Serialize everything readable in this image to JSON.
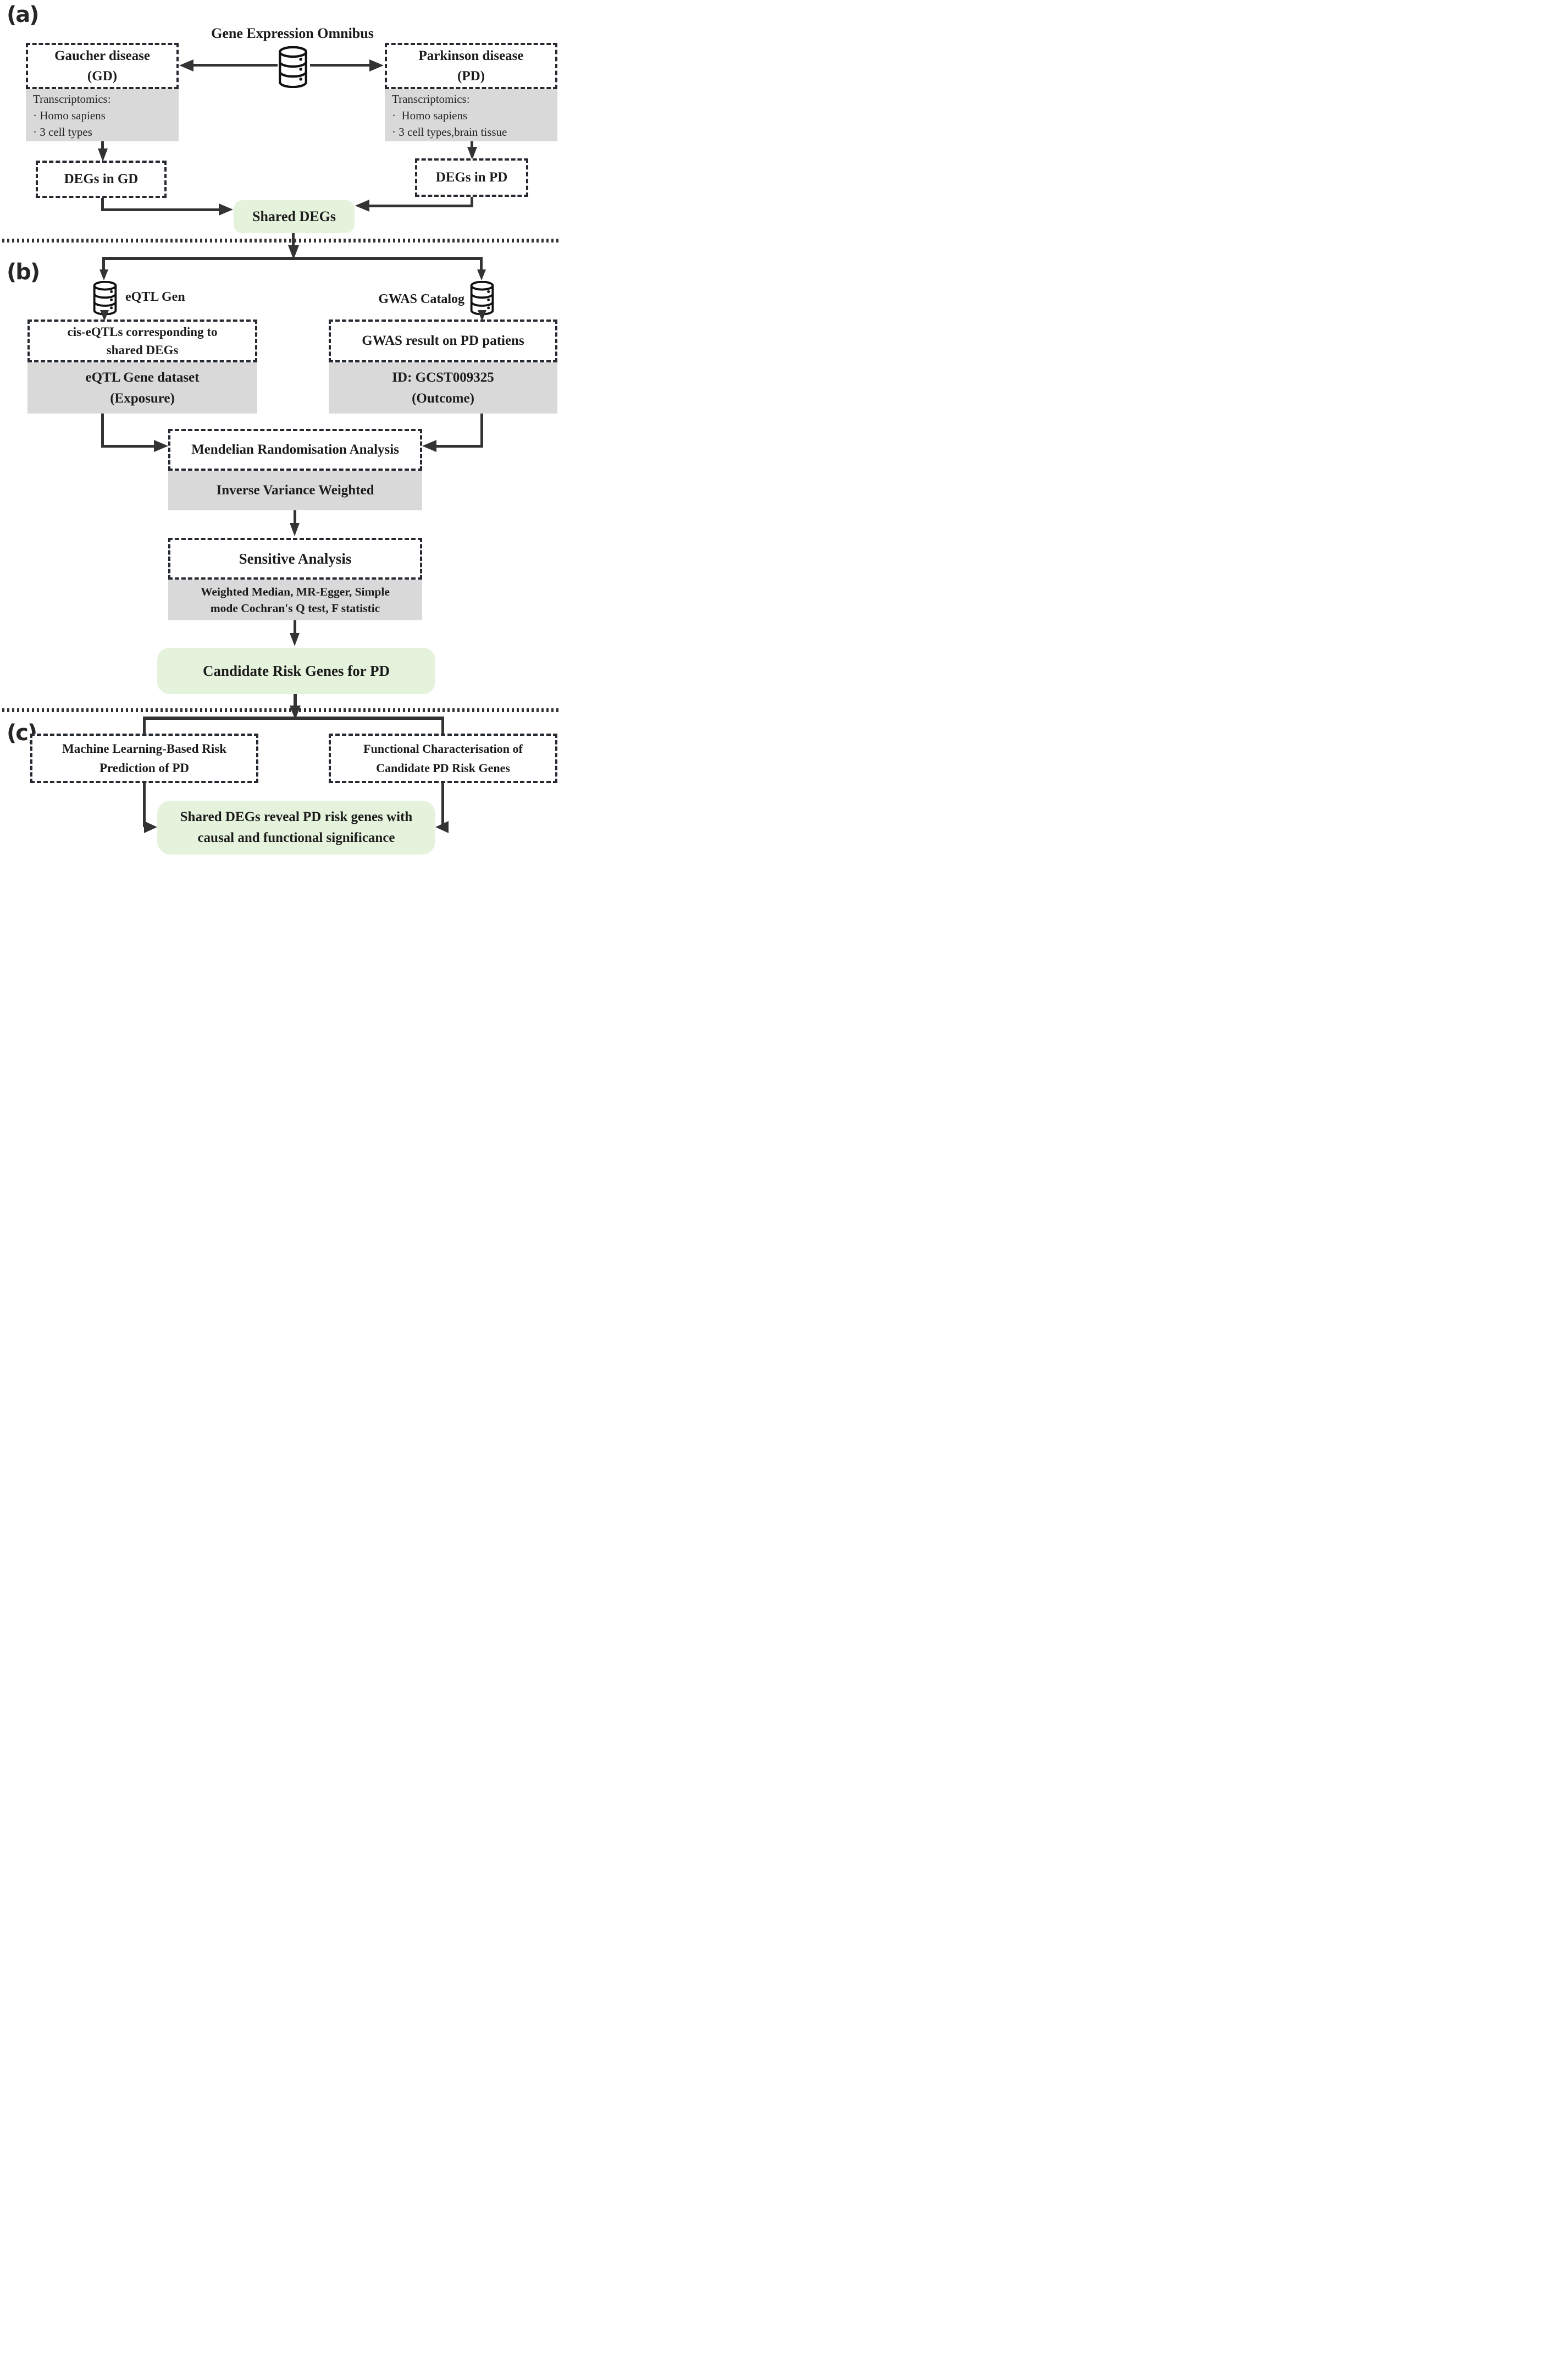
{
  "colors": {
    "green": "#e5f3dc",
    "gray": "#d9d9d9",
    "line": "#333333",
    "border": "#252a30"
  },
  "icons": [
    "database-icon"
  ],
  "labels": {
    "a": "(a)",
    "b": "(b)",
    "c": "(c)"
  },
  "section_a": {
    "geo_db_title": "Gene Expression Omnibus",
    "gaucher": {
      "title_line1": "Gaucher disease",
      "title_line2": "(GD)",
      "details": [
        "Transcriptomics:",
        "· Homo sapiens",
        "· 3 cell types"
      ]
    },
    "parkinson": {
      "title_line1": "Parkinson disease",
      "title_line2": "(PD)",
      "details": [
        "Transcriptomics:",
        "·  Homo sapiens",
        "· 3 cell types,brain tissue"
      ]
    },
    "degs_gd": "DEGs in GD",
    "degs_pd": "DEGs in PD",
    "shared_degs": "Shared DEGs"
  },
  "section_b": {
    "eqtl_db_label": "eQTL Gen",
    "gwas_db_label": "GWAS Catalog",
    "cis_eqtls": {
      "line1": "cis-eQTLs corresponding to",
      "line2": "shared DEGs"
    },
    "eqtl_dataset": {
      "line1": "eQTL Gene dataset",
      "line2": "(Exposure)"
    },
    "gwas_result": "GWAS result on PD patiens",
    "gwas_outcome": {
      "line1": "ID: GCST009325",
      "line2": "(Outcome)"
    },
    "mr_analysis": "Mendelian Randomisation Analysis",
    "ivw": "Inverse Variance Weighted",
    "sensitive": "Sensitive Analysis",
    "sensitive_methods": {
      "line1": "Weighted Median, MR-Egger, Simple",
      "line2": "mode Cochran's Q test, F statistic"
    },
    "candidate_genes": "Candidate Risk Genes for PD"
  },
  "section_c": {
    "ml_risk": {
      "line1": "Machine Learning-Based Risk",
      "line2": "Prediction of PD"
    },
    "functional": {
      "line1": "Functional Characterisation of",
      "line2": "Candidate PD Risk Genes"
    },
    "conclusion": {
      "line1": "Shared DEGs reveal PD risk genes with",
      "line2": "causal and functional significance"
    }
  }
}
